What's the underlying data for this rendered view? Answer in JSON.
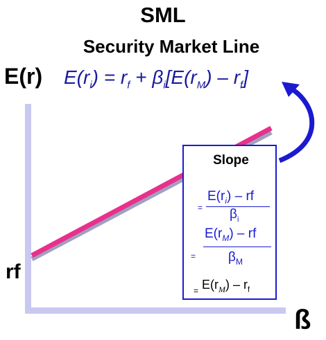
{
  "title": "SML",
  "subtitle": "Security Market Line",
  "y_axis_label": "E(r)",
  "x_axis_label": "ß",
  "rf_label": "rf",
  "formula": {
    "lhs": "E(r",
    "lhs_sub": "i",
    "lhs_close": ") = r",
    "rf_sub": "f",
    "plus": " + β",
    "beta_sub": "i",
    "bracket": "[E(r",
    "market_sub": "M",
    "minus": ") – r",
    "rf2_sub": "f",
    "close": "]"
  },
  "slope_box": {
    "title": "Slope",
    "eq1": {
      "sign": "=",
      "numerator": "E(r",
      "numerator_sub": "i",
      "numerator_rest": ") – rf",
      "denominator": "β",
      "denominator_sub": "i"
    },
    "eq2": {
      "sign": "=",
      "numerator": "E(r",
      "numerator_sub": "M",
      "numerator_rest": ") – rf",
      "denominator": "β",
      "denominator_sub": "M"
    },
    "eq3": {
      "sign": "=",
      "expr": "E(r",
      "expr_sub": "M",
      "expr_rest": ") – r",
      "expr_sub2": "f"
    }
  },
  "colors": {
    "axis": "#c8c8f0",
    "line_pink": "#e8308c",
    "line_shadow": "#a0a0c0",
    "blue": "#1a1ad0",
    "formula_blue": "#1a1aa0"
  }
}
